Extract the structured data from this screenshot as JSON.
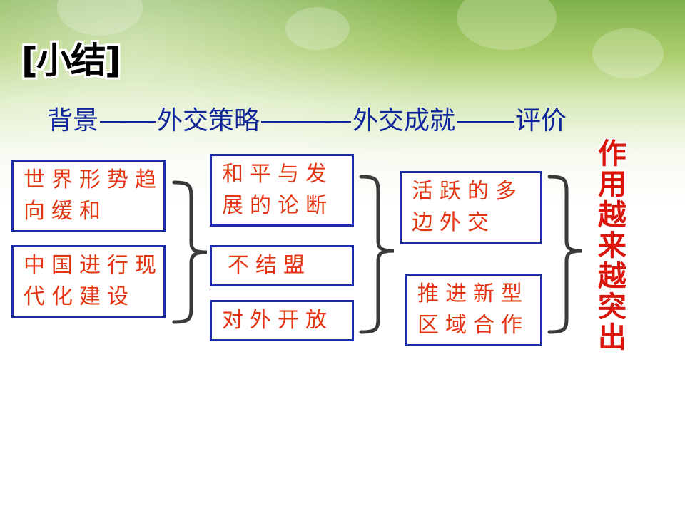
{
  "slide": {
    "title": "[小结]",
    "flow": {
      "step1": "背景",
      "step2": "外交策略",
      "step3": "外交成就",
      "step4": "评价"
    },
    "background_boxes": [
      {
        "line1": "世界形势趋",
        "line2": "向缓和"
      },
      {
        "line1": "中国进行现",
        "line2": "代化建设"
      }
    ],
    "strategy_boxes": [
      {
        "line1": "和平与发",
        "line2": "展的论断"
      },
      {
        "line1": "不结盟",
        "line2": ""
      },
      {
        "line1": "对外开放",
        "line2": ""
      }
    ],
    "achievement_boxes": [
      {
        "line1": "活跃的多",
        "line2": "边外交"
      },
      {
        "line1": "推进新型",
        "line2": "区域合作"
      }
    ],
    "evaluation": "作\n用\n越\n来\n越\n突\n出",
    "colors": {
      "flow_text": "#10259a",
      "box_border": "#1f2aa8",
      "box_text": "#e23512",
      "evaluation_text": "#d9150c",
      "bracket": "#3a3a3a"
    }
  }
}
